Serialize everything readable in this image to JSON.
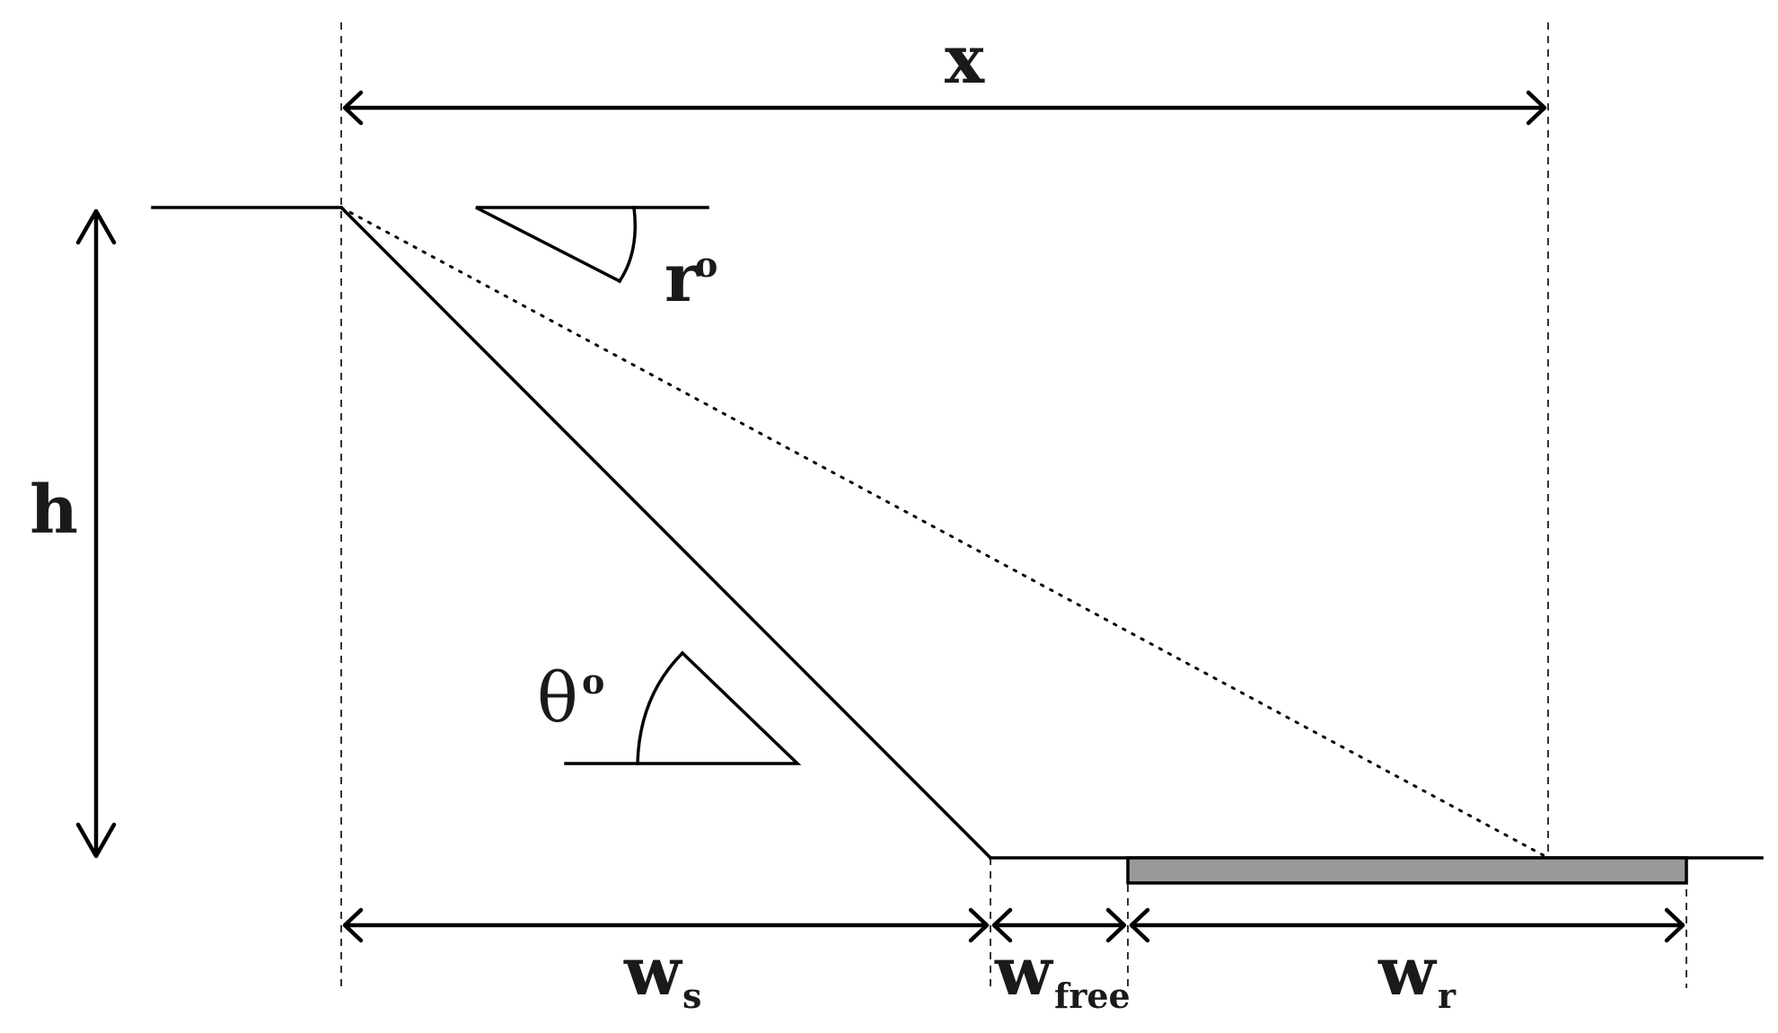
{
  "labels": {
    "x": "x",
    "h": "h",
    "r": "r",
    "r_degree": "o",
    "theta": "θ",
    "theta_degree": "o",
    "ws_main": "w",
    "ws_sub": "s",
    "wfree_main": "w",
    "wfree_sub": "free",
    "wr_main": "w",
    "wr_sub": "r"
  },
  "colors": {
    "line": "#000000",
    "bar_fill": "#999999"
  }
}
